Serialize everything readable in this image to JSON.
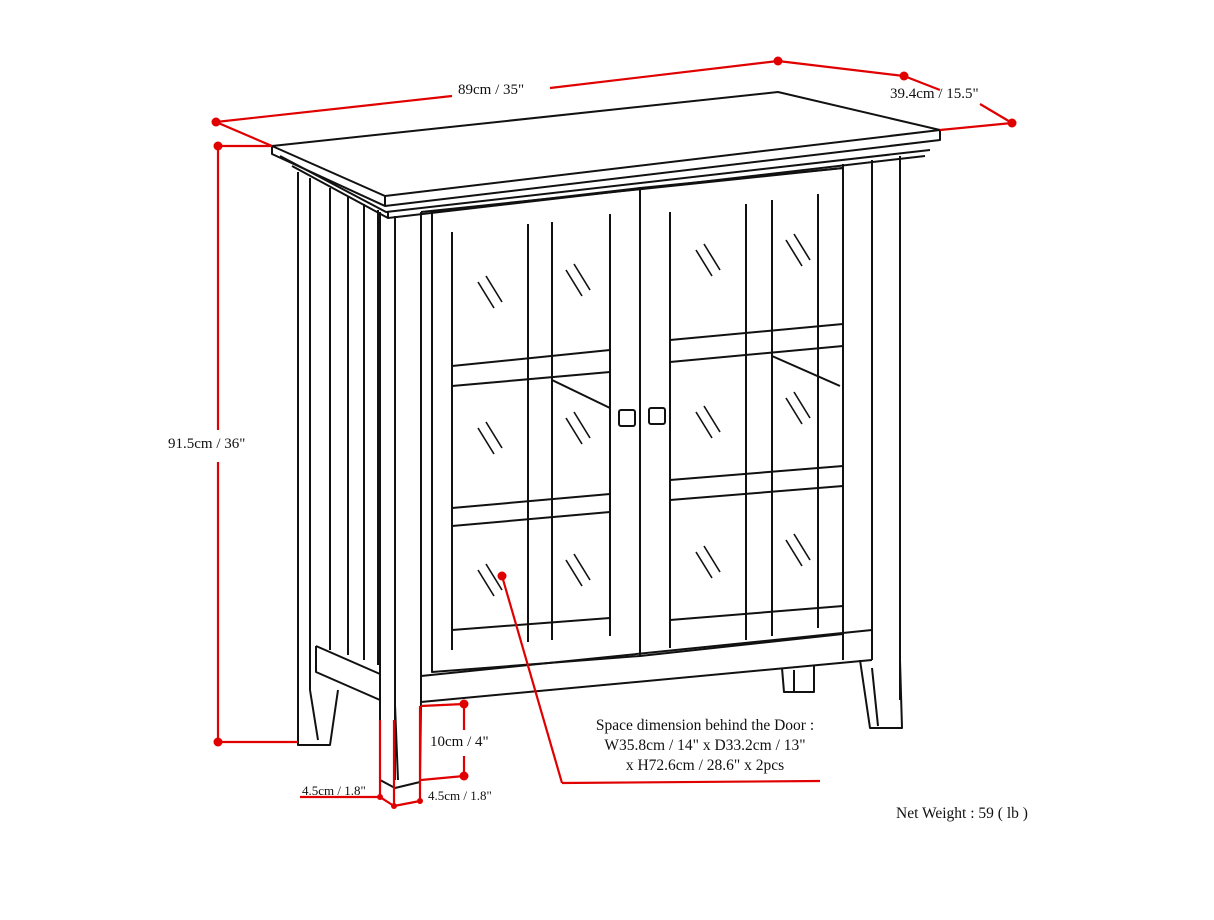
{
  "diagram": {
    "subject": "Low storage cabinet with two glass-paned doors",
    "accent_color": "#e00000",
    "line_color": "#111111",
    "dimensions": {
      "width": "89cm / 35\"",
      "depth": "39.4cm / 15.5\"",
      "height": "91.5cm / 36\"",
      "leg_height": "10cm / 4\"",
      "leg_width_side": "4.5cm / 1.8\"",
      "leg_width_front": "4.5cm / 1.8\""
    },
    "interior_note": {
      "line1": "Space dimension behind the Door :",
      "line2": "W35.8cm / 14\" x D33.2cm / 13\"",
      "line3": "x H72.6cm / 28.6\" x 2pcs"
    },
    "net_weight": "Net Weight : 59 ( lb )"
  }
}
